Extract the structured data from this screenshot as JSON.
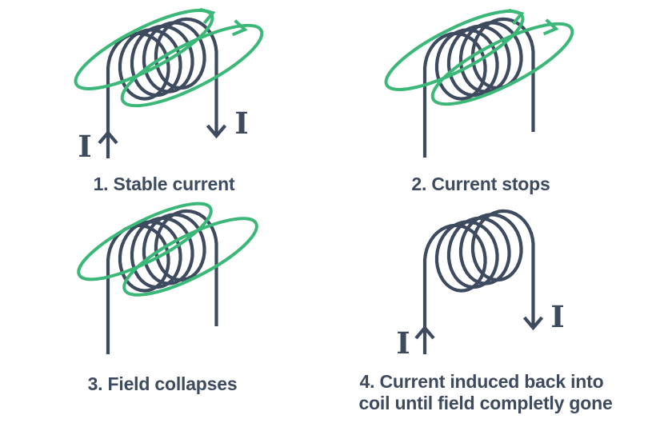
{
  "colors": {
    "wire": "#3e4a5e",
    "field": "#3bb878"
  },
  "panels": [
    {
      "caption": "1. Stable current",
      "current_label": "I"
    },
    {
      "caption": "2. Current stops"
    },
    {
      "caption": "3. Field collapses"
    },
    {
      "caption_line1": "4. Current induced back into",
      "caption_line2": "coil until field completly gone",
      "current_label": "I"
    }
  ]
}
